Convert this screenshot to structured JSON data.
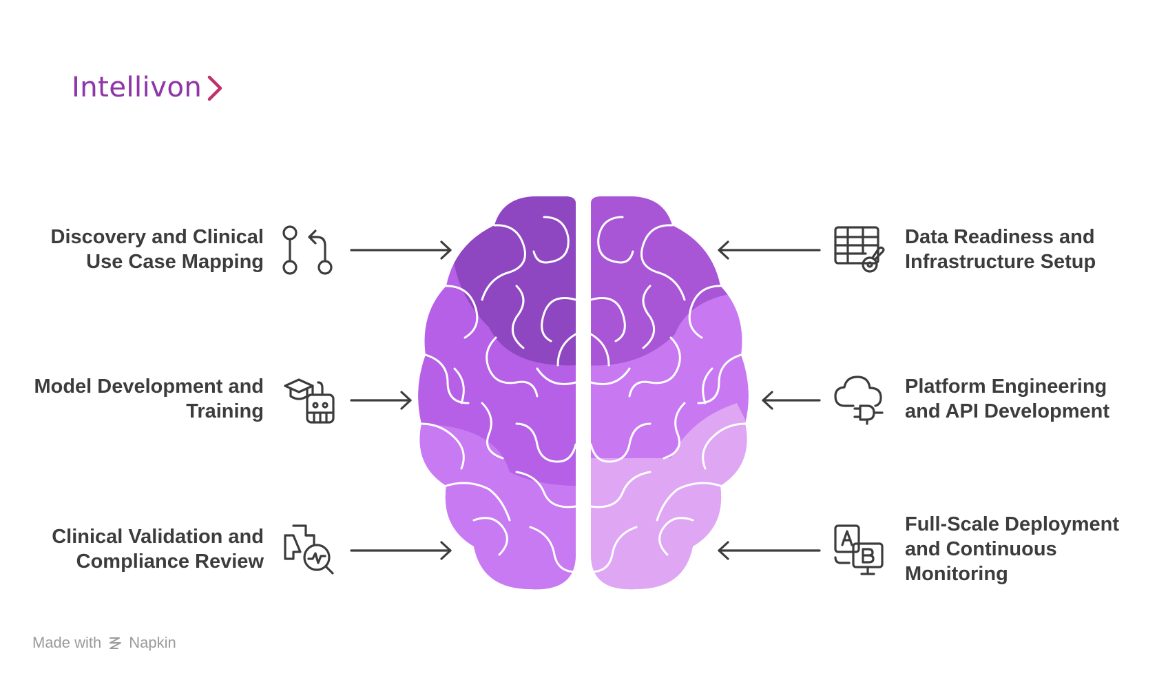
{
  "brand": {
    "name": "Intellivon"
  },
  "colors": {
    "brand_purple": "#7a3fc4",
    "brand_magenta": "#b0306e",
    "text_dark": "#3c3c3c",
    "shade_dark": "#8e47c1",
    "shade_mid": "#b05ae0",
    "shade_light": "#c879f2",
    "shade_pale": "#dfa6f4"
  },
  "steps": {
    "discovery": {
      "line1": "Discovery and Clinical",
      "line2": "Use Case Mapping",
      "icon": "git-branch-icon"
    },
    "model": {
      "line1": "Model Development and",
      "line2": "Training",
      "icon": "graduation-robot-icon"
    },
    "validation": {
      "line1": "Clinical Validation and",
      "line2": "Compliance Review",
      "icon": "medical-cross-search-icon"
    },
    "data": {
      "line1": "Data Readiness and",
      "line2": "Infrastructure Setup",
      "icon": "table-settings-icon"
    },
    "platform": {
      "line1": "Platform Engineering",
      "line2": "and API Development",
      "icon": "cloud-plug-icon"
    },
    "deployment": {
      "line1": "Full-Scale Deployment",
      "line2": "and Continuous",
      "line3": "Monitoring",
      "icon": "ab-test-icon"
    }
  },
  "footer": {
    "made_with": "Made with",
    "tool": "Napkin"
  }
}
